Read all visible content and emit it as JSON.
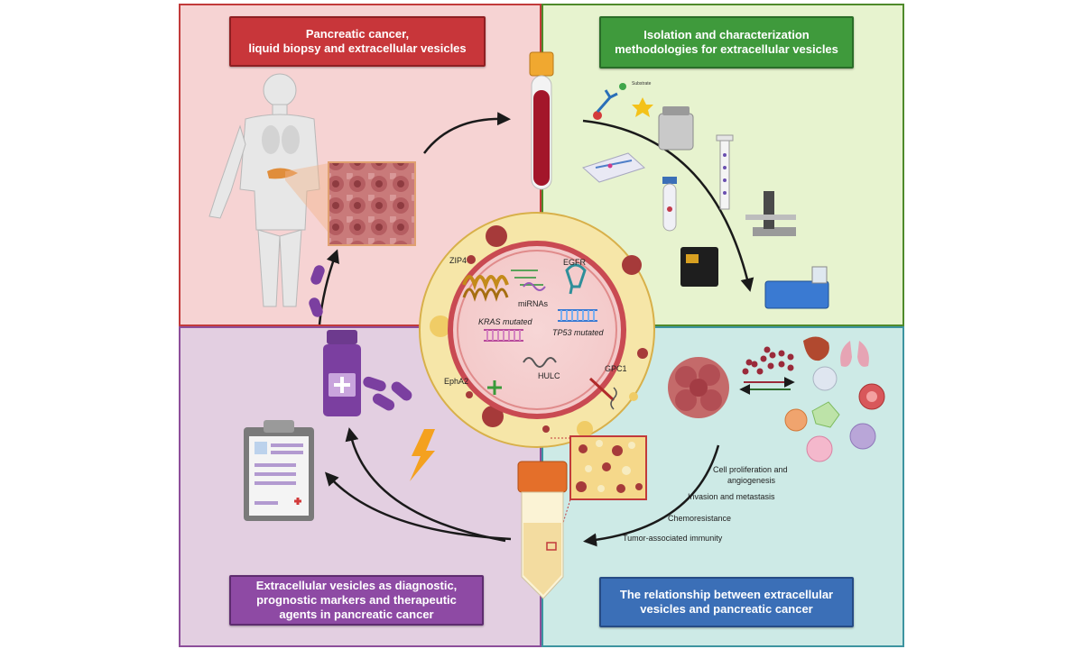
{
  "quadrants": {
    "top_left_title": "Pancreatic cancer,\nliquid biopsy and extracellular vesicles",
    "top_right_title": "Isolation and characterization methodologies for extracellular vesicles",
    "bottom_left_title": "Extracellular vesicles as diagnostic, prognostic markers and therapeutic agents in pancreatic cancer",
    "bottom_right_title": "The relationship between extracellular vesicles and pancreatic cancer"
  },
  "vesicle": {
    "labels": {
      "zip4": "ZIP4",
      "egfr": "EGFR",
      "mirnas": "miRNAs",
      "kras": "KRAS mutated",
      "tp53": "TP53 mutated",
      "epha2": "EphA2",
      "hulc": "HULC",
      "gpc1": "GPC1"
    }
  },
  "isolation": {
    "substrate_label": "Substrate"
  },
  "effects": [
    "Cell proliferation and",
    "angiogenesis",
    "Invasion and metastasis",
    "Chemoresistance",
    "Tumor-associated immunity"
  ],
  "colors": {
    "red_panel": "#f6d3d3",
    "green_panel": "#e7f3cf",
    "purple_panel": "#e3cfe1",
    "teal_panel": "#cdeae6",
    "red_title": "#c8363a",
    "green_title": "#3f9a3c",
    "purple_title": "#8e4aa4",
    "blue_title": "#3b6fb7"
  }
}
